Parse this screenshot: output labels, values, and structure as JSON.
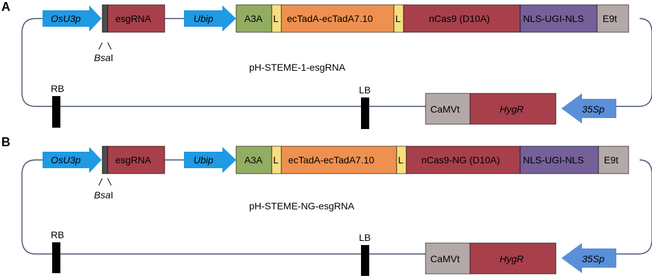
{
  "panels": [
    {
      "letter": "A",
      "plasmid_name": "pH-STEME-1-esgRNA",
      "promoter1": "OsU3p",
      "esgrna": "esgRNA",
      "bsa_italic": "Bsa",
      "bsa_roman": "I",
      "promoter2": "Ubip",
      "a3a": "A3A",
      "linker1": "L",
      "tada": "ecTadA-ecTadA7.10",
      "linker2": "L",
      "ncas9": "nCas9 (D10A)",
      "nls": "NLS-UGI-NLS",
      "e9t": "E9t",
      "rb": "RB",
      "lb": "LB",
      "camvt": "CaMVt",
      "hygr": "HygR",
      "p35s": "35Sp"
    },
    {
      "letter": "B",
      "plasmid_name": "pH-STEME-NG-esgRNA",
      "promoter1": "OsU3p",
      "esgrna": "esgRNA",
      "bsa_italic": "Bsa",
      "bsa_roman": "I",
      "promoter2": "Ubip",
      "a3a": "A3A",
      "linker1": "L",
      "tada": "ecTadA-ecTadA7.10",
      "linker2": "L",
      "ncas9": "nCas9-NG (D10A)",
      "nls": "NLS-UGI-NLS",
      "e9t": "E9t",
      "rb": "RB",
      "lb": "LB",
      "camvt": "CaMVt",
      "hygr": "HygR",
      "p35s": "35Sp"
    }
  ],
  "colors": {
    "promoter_arrow": "#1f9ae3",
    "p35s_arrow": "#5b8fd8",
    "esgrna": "#a8404b",
    "spacer_dark": "#4d4d4d",
    "a3a": "#92ad62",
    "linker": "#f6df7f",
    "tada": "#ee9150",
    "ncas9": "#a8404b",
    "nls": "#76609a",
    "e9t": "#b3a9a9",
    "camvt": "#b3a9a9",
    "hygr": "#a8404b",
    "border": "#000000",
    "backbone": "#44536e"
  }
}
